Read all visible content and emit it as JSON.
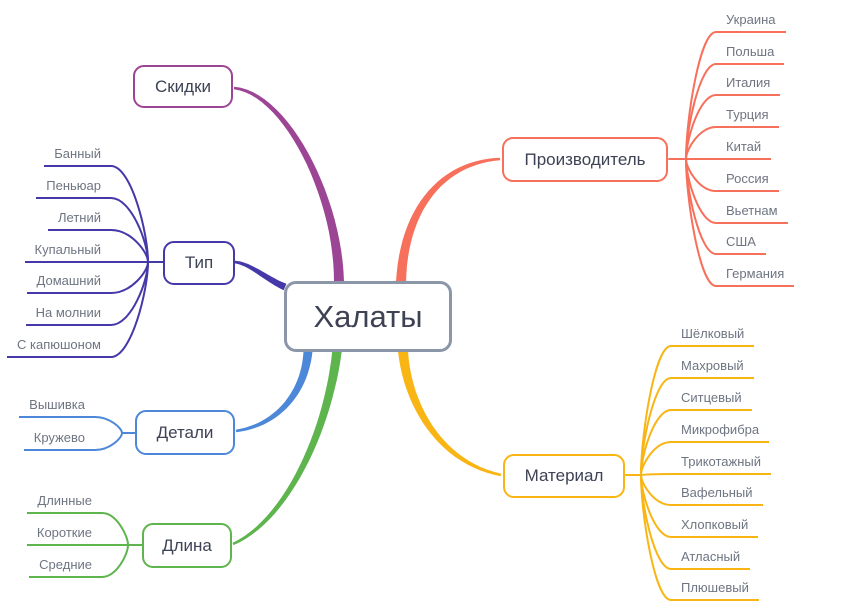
{
  "center": {
    "label": "Халаты",
    "border_color": "#8b96a9"
  },
  "branches": [
    {
      "id": "skidki",
      "label": "Скидки",
      "color": "#9c4595",
      "children": []
    },
    {
      "id": "tip",
      "label": "Тип",
      "color": "#4538a8",
      "children": [
        "Банный",
        "Пеньюар",
        "Летний",
        "Купальный",
        "Домашний",
        "На молнии",
        "С капюшоном"
      ]
    },
    {
      "id": "detali",
      "label": "Детали",
      "color": "#4d88d8",
      "children": [
        "Вышивка",
        "Кружево"
      ]
    },
    {
      "id": "dlina",
      "label": "Длина",
      "color": "#5eb44d",
      "children": [
        "Длинные",
        "Короткие",
        "Средние"
      ]
    },
    {
      "id": "proizvoditel",
      "label": "Производитель",
      "color": "#f7705b",
      "children": [
        "Украина",
        "Польша",
        "Италия",
        "Турция",
        "Китай",
        "Россия",
        "Вьетнам",
        "США",
        "Германия"
      ]
    },
    {
      "id": "material",
      "label": "Материал",
      "color": "#f9b514",
      "children": [
        "Шёлковый",
        "Махровый",
        "Ситцевый",
        "Микрофибра",
        "Трикотажный",
        "Вафельный",
        "Хлопковый",
        "Атласный",
        "Плюшевый"
      ]
    }
  ]
}
